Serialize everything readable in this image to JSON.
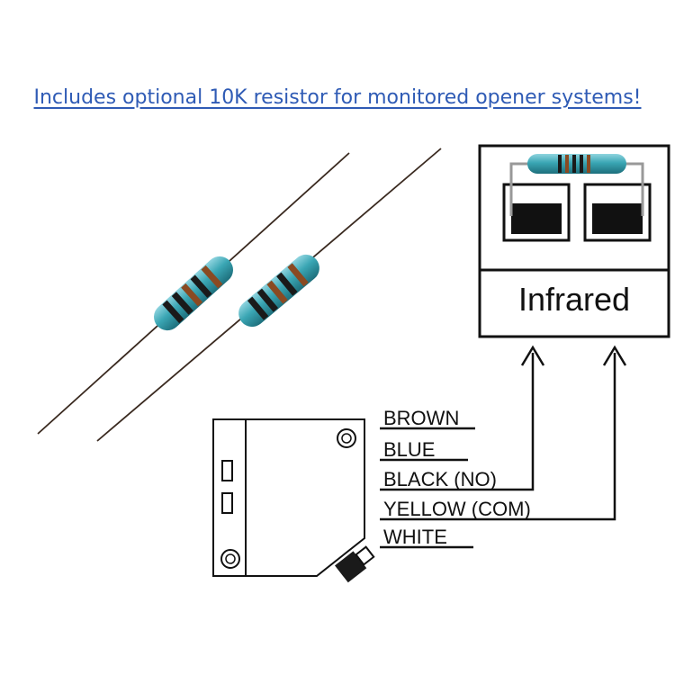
{
  "caption": "Includes optional 10K resistor for monitored opener systems!",
  "receiver": {
    "label": "Infrared"
  },
  "wires": [
    "BROWN",
    "BLUE",
    "BLACK (NO)",
    "YELLOW (COM)",
    "WHITE"
  ],
  "colors": {
    "caption": "#2f5bb5",
    "resistor_body": "#3aa6b4",
    "lead": "#7a4a2a",
    "band_dark": "#1a1a1a",
    "band_brown": "#8a4a22"
  }
}
